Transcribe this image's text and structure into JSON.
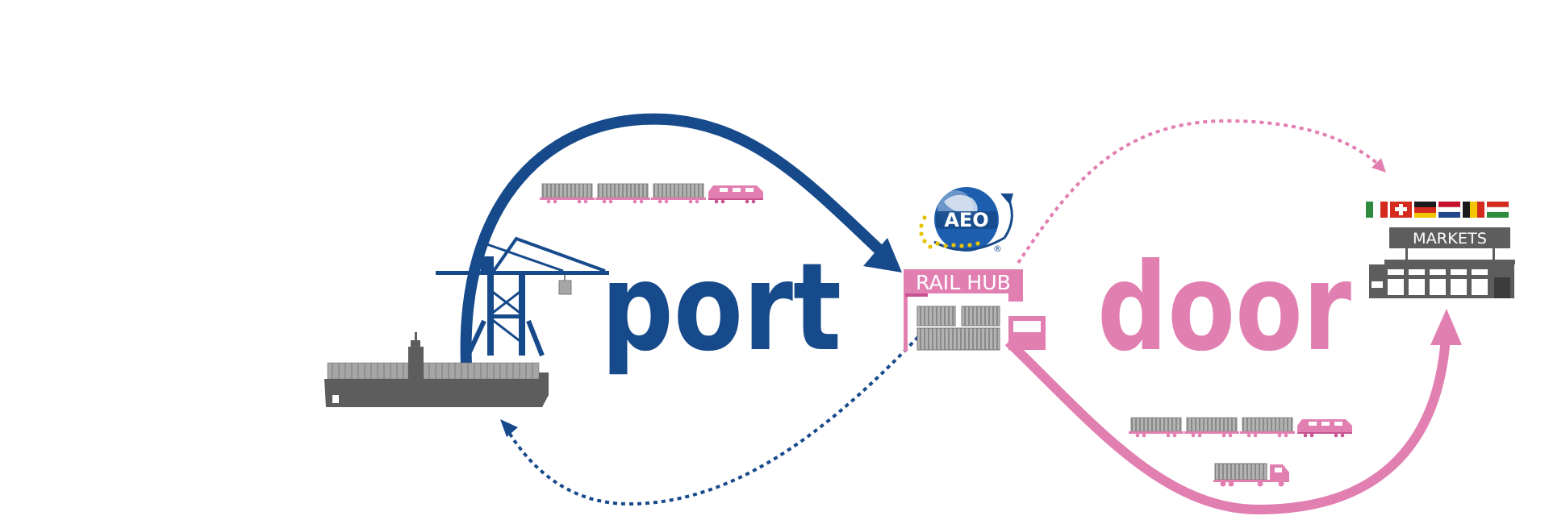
{
  "diagram": {
    "words": {
      "port": "port",
      "door": "door"
    },
    "labels": {
      "rail_hub": "RAIL HUB",
      "markets": "MARKETS",
      "aeo": "AEO",
      "registered": "®"
    },
    "colors": {
      "port_blue": "#174a8b",
      "door_pink": "#e27fb1",
      "grey": "#5d5d5d",
      "container_grey": "#a8a8a8"
    },
    "icons": [
      "container-ship-icon",
      "gantry-crane-icon",
      "freight-train-icon",
      "aeo-globe-icon",
      "rail-hub-icon",
      "truck-icon",
      "warehouse-icon",
      "country-flags-icon"
    ],
    "flags": [
      "italy",
      "switzerland",
      "germany",
      "netherlands",
      "belgium",
      "hungary"
    ]
  }
}
